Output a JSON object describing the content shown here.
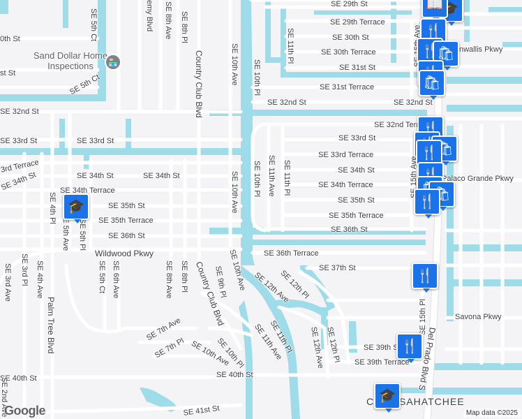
{
  "colors": {
    "land": "#f4f3f6",
    "water": "#9fdcea",
    "road": "#ffffff",
    "road_edge": "#dfe1e6",
    "pin": "#1a73e8"
  },
  "streets": {
    "se_29th_st": "SE 29th St",
    "se_29th_terrace": "SE 29th Terrace",
    "se_30th_st": "SE 30th St",
    "se_30th_terrace": "SE 30th Terrace",
    "se_31st_st": "SE 31st St",
    "se_31st_terrace": "SE 31st Terrace",
    "se_32nd_st_left": "SE 32nd St",
    "se_32nd_st_mid": "SE 32nd St",
    "se_32nd_st_right": "SE 32nd St",
    "se_32nd_terrace": "SE 32nd Terrace",
    "se_33rd_st_left": "SE 33rd St",
    "se_33rd_st_mid": "SE 33rd St",
    "se_33rd_st_right": "SE 33rd St",
    "se_33rd_terrace_left": "SE 33rd Terrace",
    "se_33rd_terrace_right": "SE 33rd Terrace",
    "se_34th_st_a": "SE 34th St",
    "se_34th_st_b": "SE 34th St",
    "se_34th_st_left": "SE 34th St",
    "se_34th_st_right": "SE 34th St",
    "se_34th_terrace_left": "SE 34th Terrace",
    "se_34th_terrace_right": "SE 34th Terrace",
    "se_35th_st_left": "SE 35th St",
    "se_35th_st_right": "SE 35th St",
    "se_35th_terrace_left": "SE 35th Terrace",
    "se_35th_terrace_right": "SE 35th Terrace",
    "se_36th_st_left": "SE 36th St",
    "se_36th_st_right": "SE 36th St",
    "se_36th_terrace": "SE 36th Terrace",
    "se_37th_st": "SE 37th St",
    "se_39th_st": "SE 39th St",
    "se_39th_terrace": "SE 39th Terrace",
    "se_40th_st_left": "SE 40th St",
    "se_40th_st_right": "SE 40th St",
    "se_41st_st": "SE 41st St",
    "se_5th_ct_top": "SE 5th Ct",
    "se_5th_ct": "SE 5th Ct",
    "se_5th_ave": "SE 5th Ave",
    "se_5th_pl": "SE 5th Pl",
    "se_3rd_pl": "SE 3rd Pl",
    "se_3rd_ave": "SE 3rd Ave",
    "se_2nd_ave": "SE 2nd Ave",
    "se_4th_pl": "SE 4th Pl",
    "se_4th_ave": "SE 4th Ave",
    "se_6th_ave": "SE 6th Ave",
    "se_7th_ave": "SE 7th Ave",
    "se_7th_pl": "SE 7th Pl",
    "se_8th_ave_top": "SE 8th Ave",
    "se_8th_pl_top": "SE 8th Pl",
    "se_8th_ave": "SE 8th Ave",
    "se_8th_pl": "SE 8th Pl",
    "se_9th_pl": "SE 9th Pl",
    "se_10th_ave_top": "SE 10th Ave",
    "se_10th_ave_mid": "SE 10th Ave",
    "se_10th_ave_bottom": "SE 10th Ave",
    "se_10th_ave_curve": "SE 10th Ave",
    "se_10th_pl_top": "SE 10th Pl",
    "se_10th_pl_mid": "SE 10th Pl",
    "se_10th_pl_bottom": "SE 10th Pl",
    "se_11th_pl_top": "SE 11th Pl",
    "se_11th_ave": "SE 11th Ave",
    "se_11th_pl_mid": "SE 11th Pl",
    "se_11th_ave_bottom": "SE 11th Ave",
    "se_11th_pl_bottom": "SE 11th Pl",
    "se_12th_ave": "SE 12th Ave",
    "se_12th_pl": "SE 12th Pl",
    "se_12th_ave_bottom": "SE 12th Ave",
    "se_12th_pl_bottom": "SE 12th Pl",
    "se_15th_ave_top": "SE 15th Ave",
    "se_15th_ave_mid": "SE 15th Ave",
    "se_15th_pl": "SE 15th Pl",
    "demy_blvd": "emy Blvd",
    "country_club_blvd_top": "Country Club Blvd",
    "country_club_blvd_bottom": "Country Club Blvd",
    "wildwood_pkwy": "Wildwood Pkwy",
    "palm_tree_blvd": "Palm Tree Blvd",
    "cornwallis_pkwy": "nwallis Pkwy",
    "palaco_grande_pkwy": "Palaco Grande Pkwy",
    "savona_pkwy": "Savona Pkwy",
    "del_prado_blvd": "Del Prado Blvd S",
    "se_3rd_terrace": "3rd Terrace",
    "edge_th_st": "0th St",
    "edge_st": "st St",
    "edge_34th": "SE 34th St",
    "se_ct_partial": "SE 5th Ct"
  },
  "places": {
    "sand_dollar": "Sand Dollar Home Inspections",
    "cape_partial": "CA",
    "cape_partial2": "SAHATCHEE"
  },
  "icons": {
    "restaurant": "fork-knife",
    "shopping": "shopping-bag",
    "school": "graduation-cap",
    "poi": "store"
  },
  "footer": {
    "google": "Google",
    "attribution": "Map data ©2025"
  }
}
